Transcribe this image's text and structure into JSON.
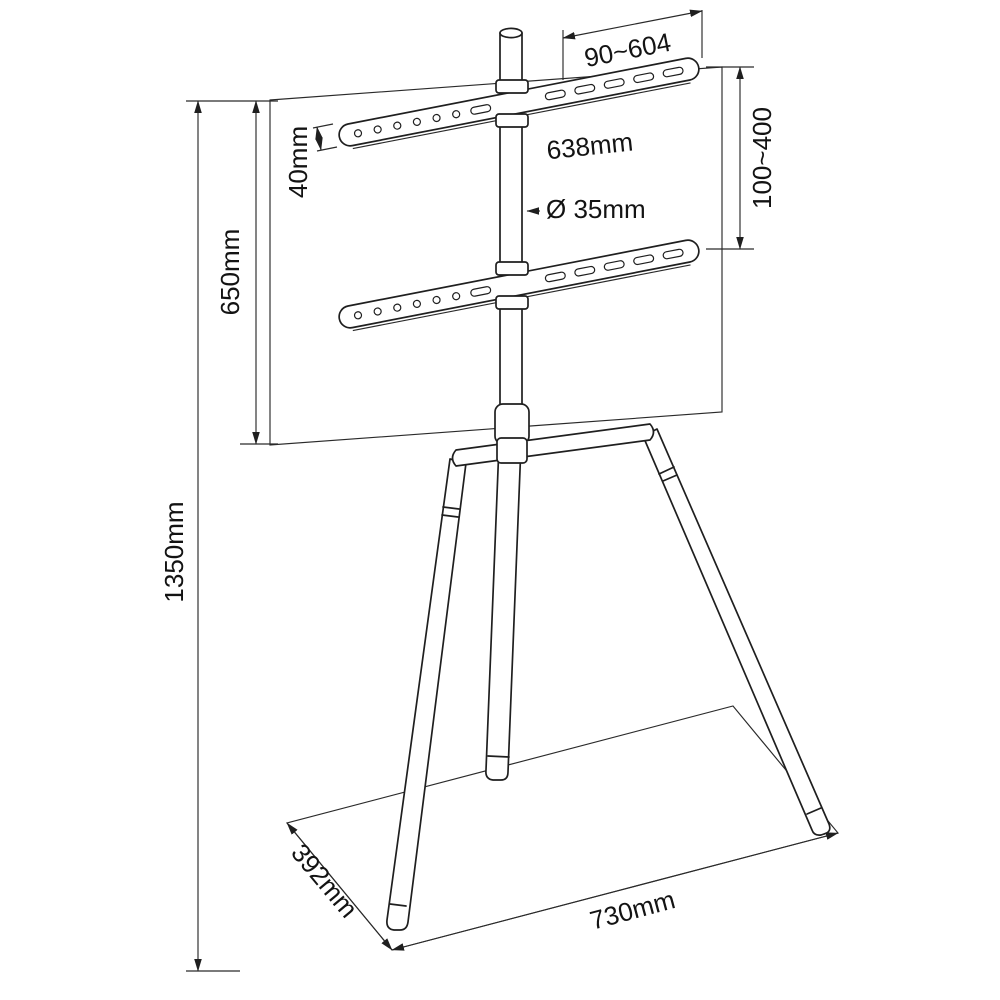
{
  "diagram": {
    "labels": {
      "vesa_width_range": "90~604",
      "bracket_height": "40mm",
      "bracket_length": "638mm",
      "pole_diameter": "Ø 35mm",
      "vesa_height_range": "100~400",
      "mount_section_height": "650mm",
      "total_height": "1350mm",
      "base_depth": "392mm",
      "base_width": "730mm"
    }
  }
}
